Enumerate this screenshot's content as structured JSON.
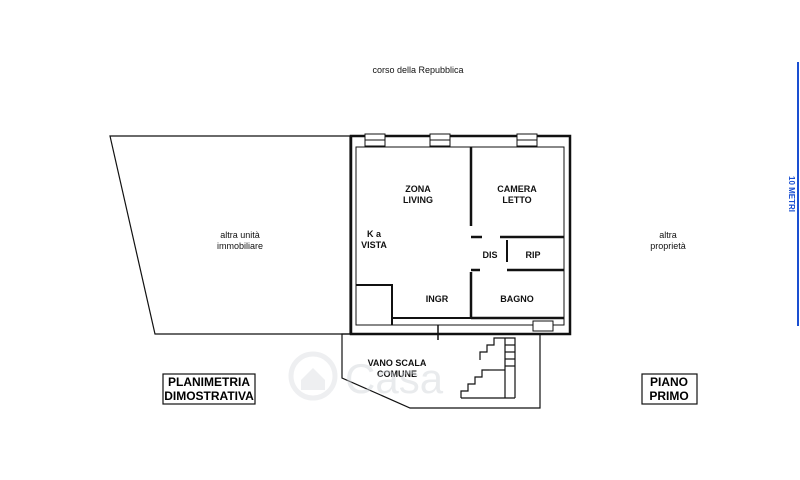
{
  "street": "corso della Repubblica",
  "left_area": [
    "altra unità",
    "immobiliare"
  ],
  "right_area": [
    "altra",
    "proprietà"
  ],
  "rooms": {
    "living": [
      "ZONA",
      "LIVING"
    ],
    "bedroom": [
      "CAMERA",
      "LETTO"
    ],
    "kitchen": [
      "K a",
      "VISTA"
    ],
    "dis": "DIS",
    "rip": "RIP",
    "ingr": "INGR",
    "bagno": "BAGNO",
    "stair": [
      "VANO SCALA",
      "COMUNE"
    ]
  },
  "title_box": [
    "PLANIMETRIA",
    "DIMOSTRATIVA"
  ],
  "floor_box": [
    "PIANO",
    "PRIMO"
  ],
  "scale_label": "10 METRI",
  "watermark": "Casa",
  "colors": {
    "scale": "#1a4fd1",
    "wall": "#111111",
    "watermark": "#cfd3d8"
  }
}
